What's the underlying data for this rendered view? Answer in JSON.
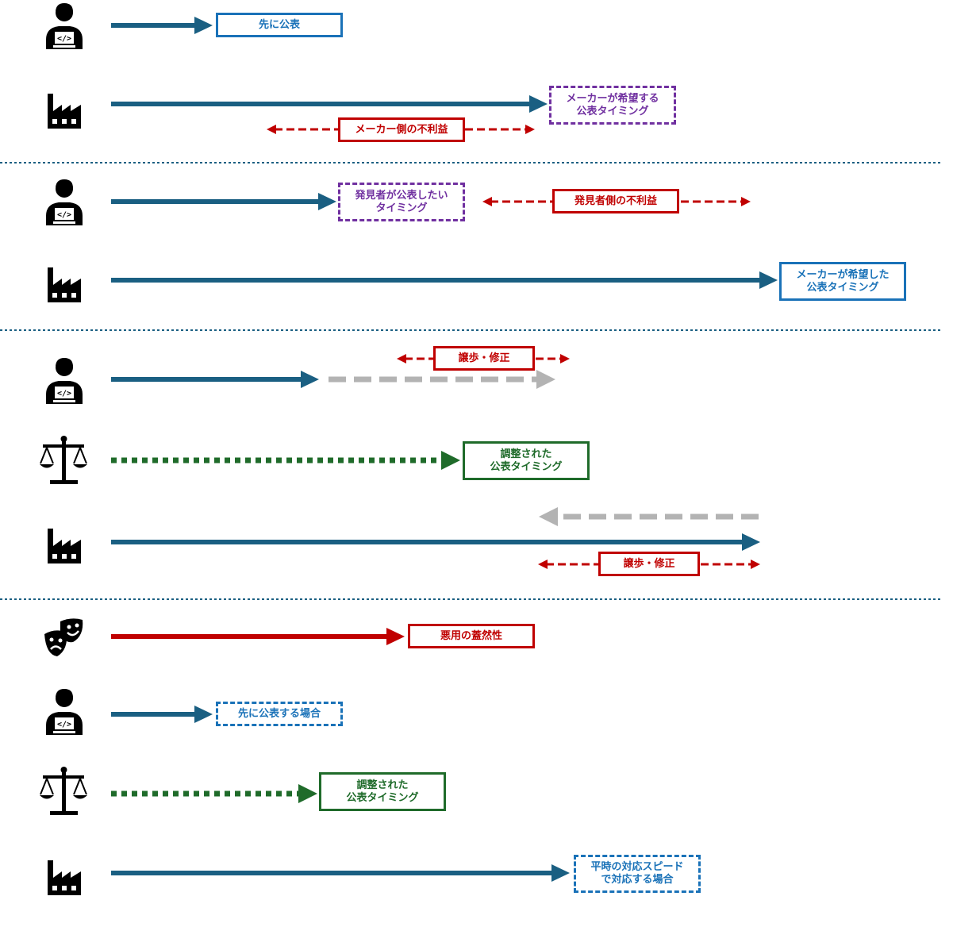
{
  "colors": {
    "blue": "#1a5f82",
    "red": "#c00000",
    "green": "#1f6b2a",
    "gray": "#b3b3b3",
    "box_blue": "#1a72b8",
    "purple": "#7030a0",
    "divider": "#1a5f82"
  },
  "icons": {
    "developer": "developer-laptop-icon",
    "factory": "factory-icon",
    "scales": "balance-scale-icon",
    "masks": "theater-masks-icon"
  },
  "labels": {
    "s1_dev": "先に公表",
    "s1_maker_l1": "メーカーが希望する",
    "s1_maker_l2": "公表タイミング",
    "s1_disadv": "メーカー側の不利益",
    "s2_dev_l1": "発見者が公表したい",
    "s2_dev_l2": "タイミング",
    "s2_disadv": "発見者側の不利益",
    "s2_maker_l1": "メーカーが希望した",
    "s2_maker_l2": "公表タイミング",
    "s3_concede_top": "譲歩・修正",
    "s3_adjusted_l1": "調整された",
    "s3_adjusted_l2": "公表タイミング",
    "s3_concede_bottom": "譲歩・修正",
    "s4_abuse": "悪用の蓋然性",
    "s4_dev": "先に公表する場合",
    "s4_adjusted_l1": "調整された",
    "s4_adjusted_l2": "公表タイミング",
    "s4_maker_l1": "平時の対応スピード",
    "s4_maker_l2": "で対応する場合"
  }
}
